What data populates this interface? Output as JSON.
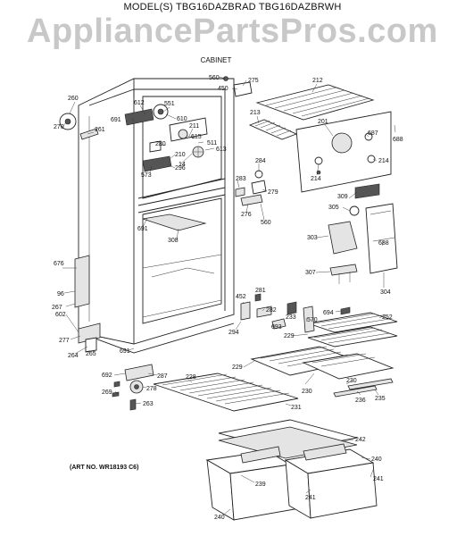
{
  "header": {
    "model_title": "MODEL(S) TBG16DAZBRAD  TBG16DAZBRWH",
    "watermark": "AppliancePartsPros.com",
    "section": "CABINET"
  },
  "footer": {
    "art_number": "(ART NO. WR18193 C6)"
  },
  "part_labels": {
    "p560a": "560",
    "p275": "275",
    "p450": "450",
    "p212": "212",
    "p260": "260",
    "p612": "612",
    "p551": "551",
    "p213": "213",
    "p201": "201",
    "p270": "270",
    "p691a": "691",
    "p610": "610",
    "p211": "211",
    "p687": "687",
    "p688a": "688",
    "p261": "261",
    "p280": "280",
    "p615": "615",
    "p511": "511",
    "p613": "613",
    "p210": "210",
    "p296": "296",
    "p14": "14",
    "p573": "573",
    "p284": "284",
    "p214a": "214",
    "p214b": "214",
    "p283": "283",
    "p279": "279",
    "p276": "276",
    "p560b": "560",
    "p309": "309",
    "p305": "305",
    "p691b": "691",
    "p308": "308",
    "p303": "303",
    "p688b": "688",
    "p676": "676",
    "p307": "307",
    "p304": "304",
    "p96": "96",
    "p281": "281",
    "p452": "452",
    "p282": "282",
    "p267": "267",
    "p694": "694",
    "p233": "233",
    "p570": "570",
    "p252": "252",
    "p693": "693",
    "p602": "602",
    "p294": "294",
    "p277": "277",
    "p229a": "229",
    "p264": "264",
    "p265": "265",
    "p691c": "691",
    "p229b": "229",
    "p230a": "230",
    "p692": "692",
    "p287": "287",
    "p228": "228",
    "p269": "269",
    "p278": "278",
    "p230b": "230",
    "p236": "236",
    "p235": "235",
    "p263": "263",
    "p231": "231",
    "p242": "242",
    "p240a": "240",
    "p239": "239",
    "p241a": "241",
    "p241b": "241",
    "p240b": "240"
  }
}
